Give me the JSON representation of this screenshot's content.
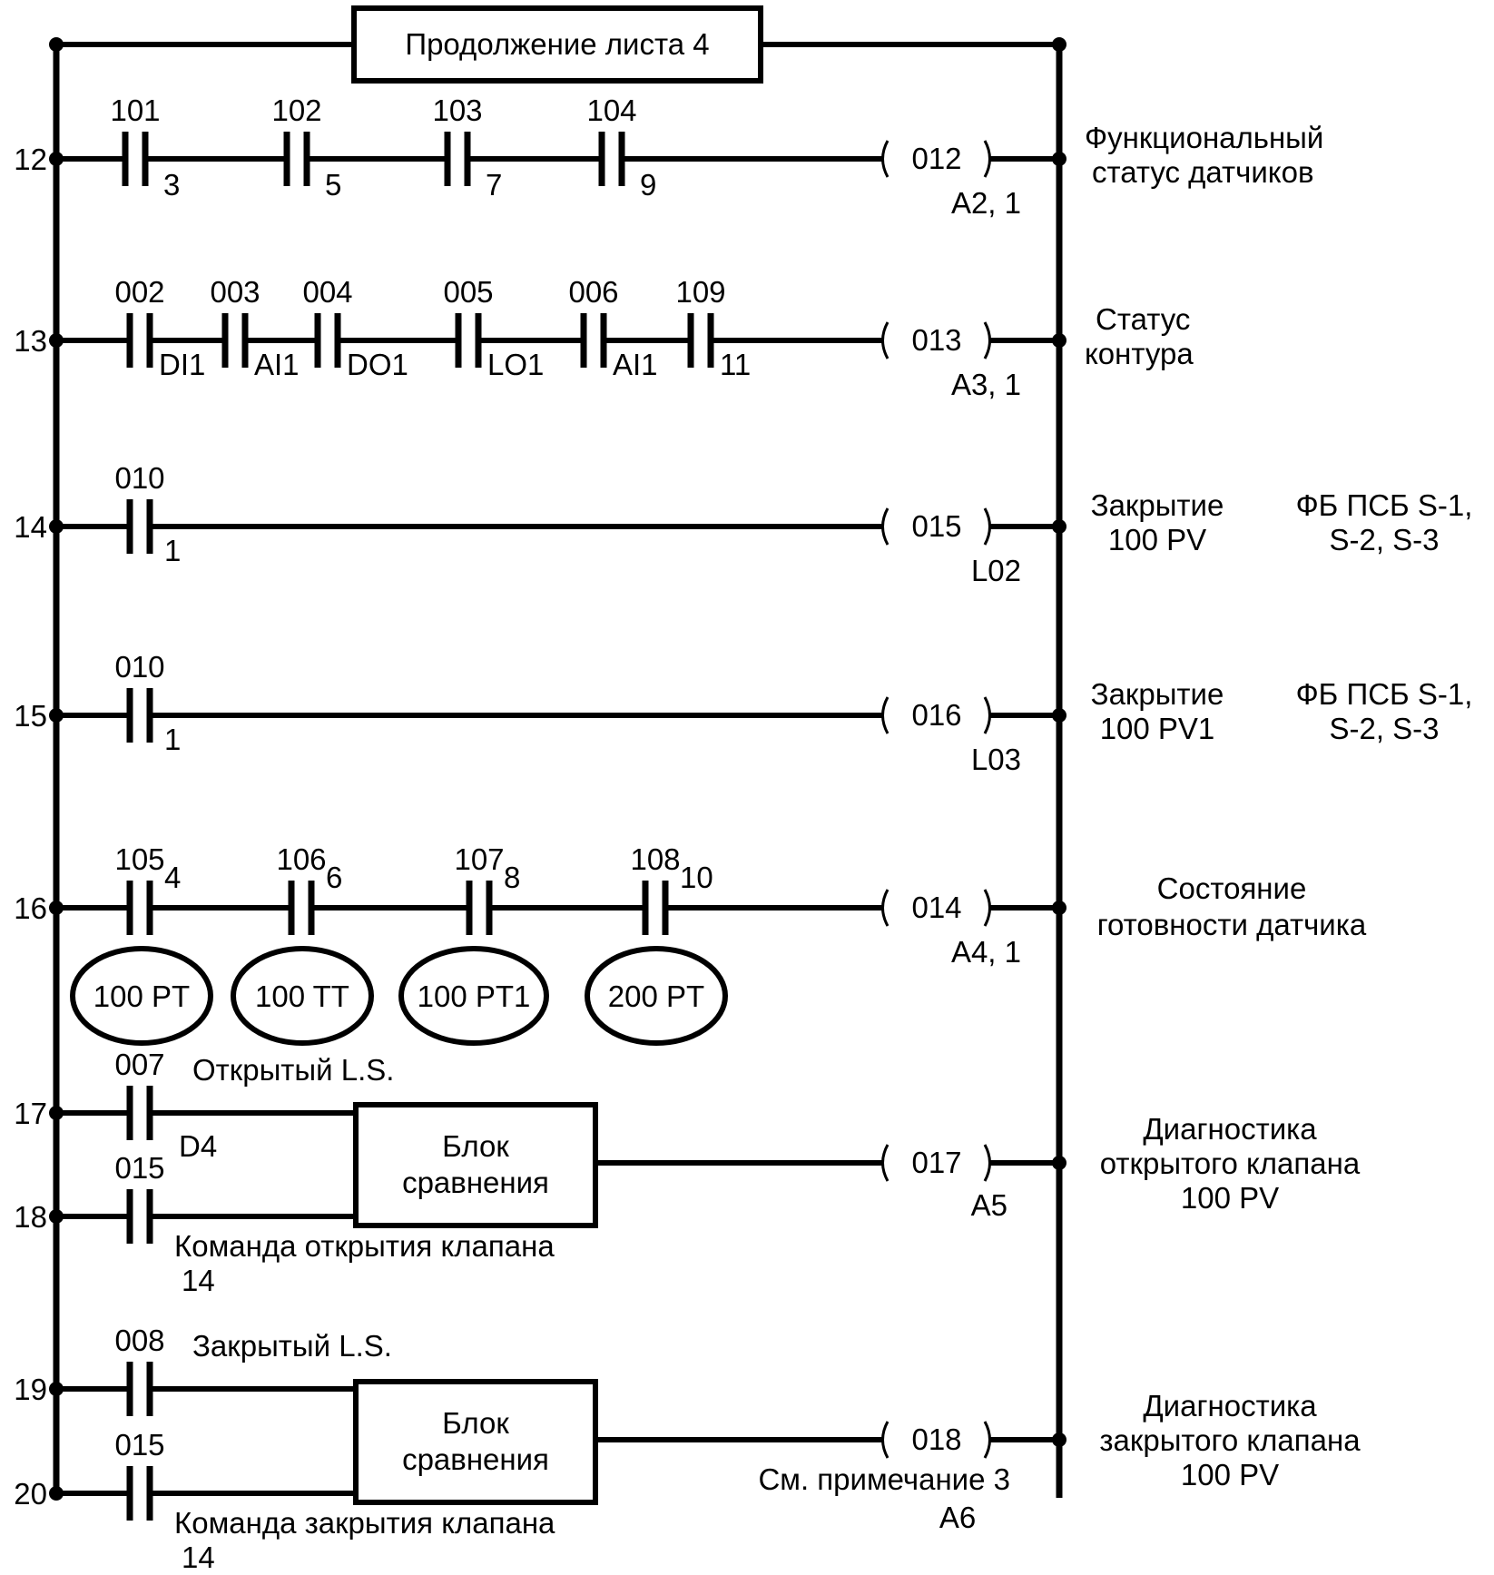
{
  "header": {
    "continuation_label": "Продолжение листа 4"
  },
  "rungs": [
    {
      "number": "12",
      "contacts": [
        {
          "address": "101",
          "sub": "3"
        },
        {
          "address": "102",
          "sub": "5"
        },
        {
          "address": "103",
          "sub": "7"
        },
        {
          "address": "104",
          "sub": "9"
        }
      ],
      "coil": {
        "address": "012",
        "ref": "A2, 1"
      },
      "description": [
        "Функциональный",
        "статус датчиков"
      ]
    },
    {
      "number": "13",
      "contacts": [
        {
          "address": "002",
          "sub": "DI1"
        },
        {
          "address": "003",
          "sub": "AI1"
        },
        {
          "address": "004",
          "sub": "DO1"
        },
        {
          "address": "005",
          "sub": "LO1"
        },
        {
          "address": "006",
          "sub": "AI1"
        },
        {
          "address": "109",
          "sub": "11"
        }
      ],
      "coil": {
        "address": "013",
        "ref": "A3, 1"
      },
      "description": [
        "Статус",
        "контура"
      ]
    },
    {
      "number": "14",
      "contacts": [
        {
          "address": "010",
          "sub": "1"
        }
      ],
      "coil": {
        "address": "015",
        "ref": "L02"
      },
      "description": [
        "Закрытие",
        "100 PV"
      ],
      "note": [
        "ФБ ПСБ S-1,",
        "S-2, S-3"
      ]
    },
    {
      "number": "15",
      "contacts": [
        {
          "address": "010",
          "sub": "1"
        }
      ],
      "coil": {
        "address": "016",
        "ref": "L03"
      },
      "description": [
        "Закрытие",
        "100 PV1"
      ],
      "note": [
        "ФБ ПСБ S-1,",
        "S-2, S-3"
      ]
    },
    {
      "number": "16",
      "contacts": [
        {
          "address": "105",
          "sub": "4",
          "tag": "100 PT"
        },
        {
          "address": "106",
          "sub": "6",
          "tag": "100 TT"
        },
        {
          "address": "107",
          "sub": "8",
          "tag": "100 PT1"
        },
        {
          "address": "108",
          "sub": "10",
          "tag": "200 PT"
        }
      ],
      "coil": {
        "address": "014",
        "ref": "A4, 1"
      },
      "description": [
        "Состояние",
        "готовности датчика"
      ]
    }
  ],
  "compare_rungs": [
    {
      "numbers": [
        "17",
        "18"
      ],
      "top_contact": {
        "address": "007",
        "label": "Открытый L.S.",
        "sub": "D4"
      },
      "bottom_contact": {
        "address": "015",
        "label": "Команда открытия клапана",
        "sub": "14"
      },
      "block_label": [
        "Блок",
        "сравнения"
      ],
      "coil": {
        "address": "017",
        "ref": "A5",
        "note": ""
      },
      "description": [
        "Диагностика",
        "открытого клапана",
        "100 PV"
      ]
    },
    {
      "numbers": [
        "19",
        "20"
      ],
      "top_contact": {
        "address": "008",
        "label": "Закрытый L.S.",
        "sub": ""
      },
      "bottom_contact": {
        "address": "015",
        "label": "Команда закрытия клапана",
        "sub": "14"
      },
      "block_label": [
        "Блок",
        "сравнения"
      ],
      "coil": {
        "address": "018",
        "ref": "A6",
        "note": "См. примечание 3"
      },
      "description": [
        "Диагностика",
        "закрытого клапана",
        "100 PV"
      ]
    }
  ]
}
